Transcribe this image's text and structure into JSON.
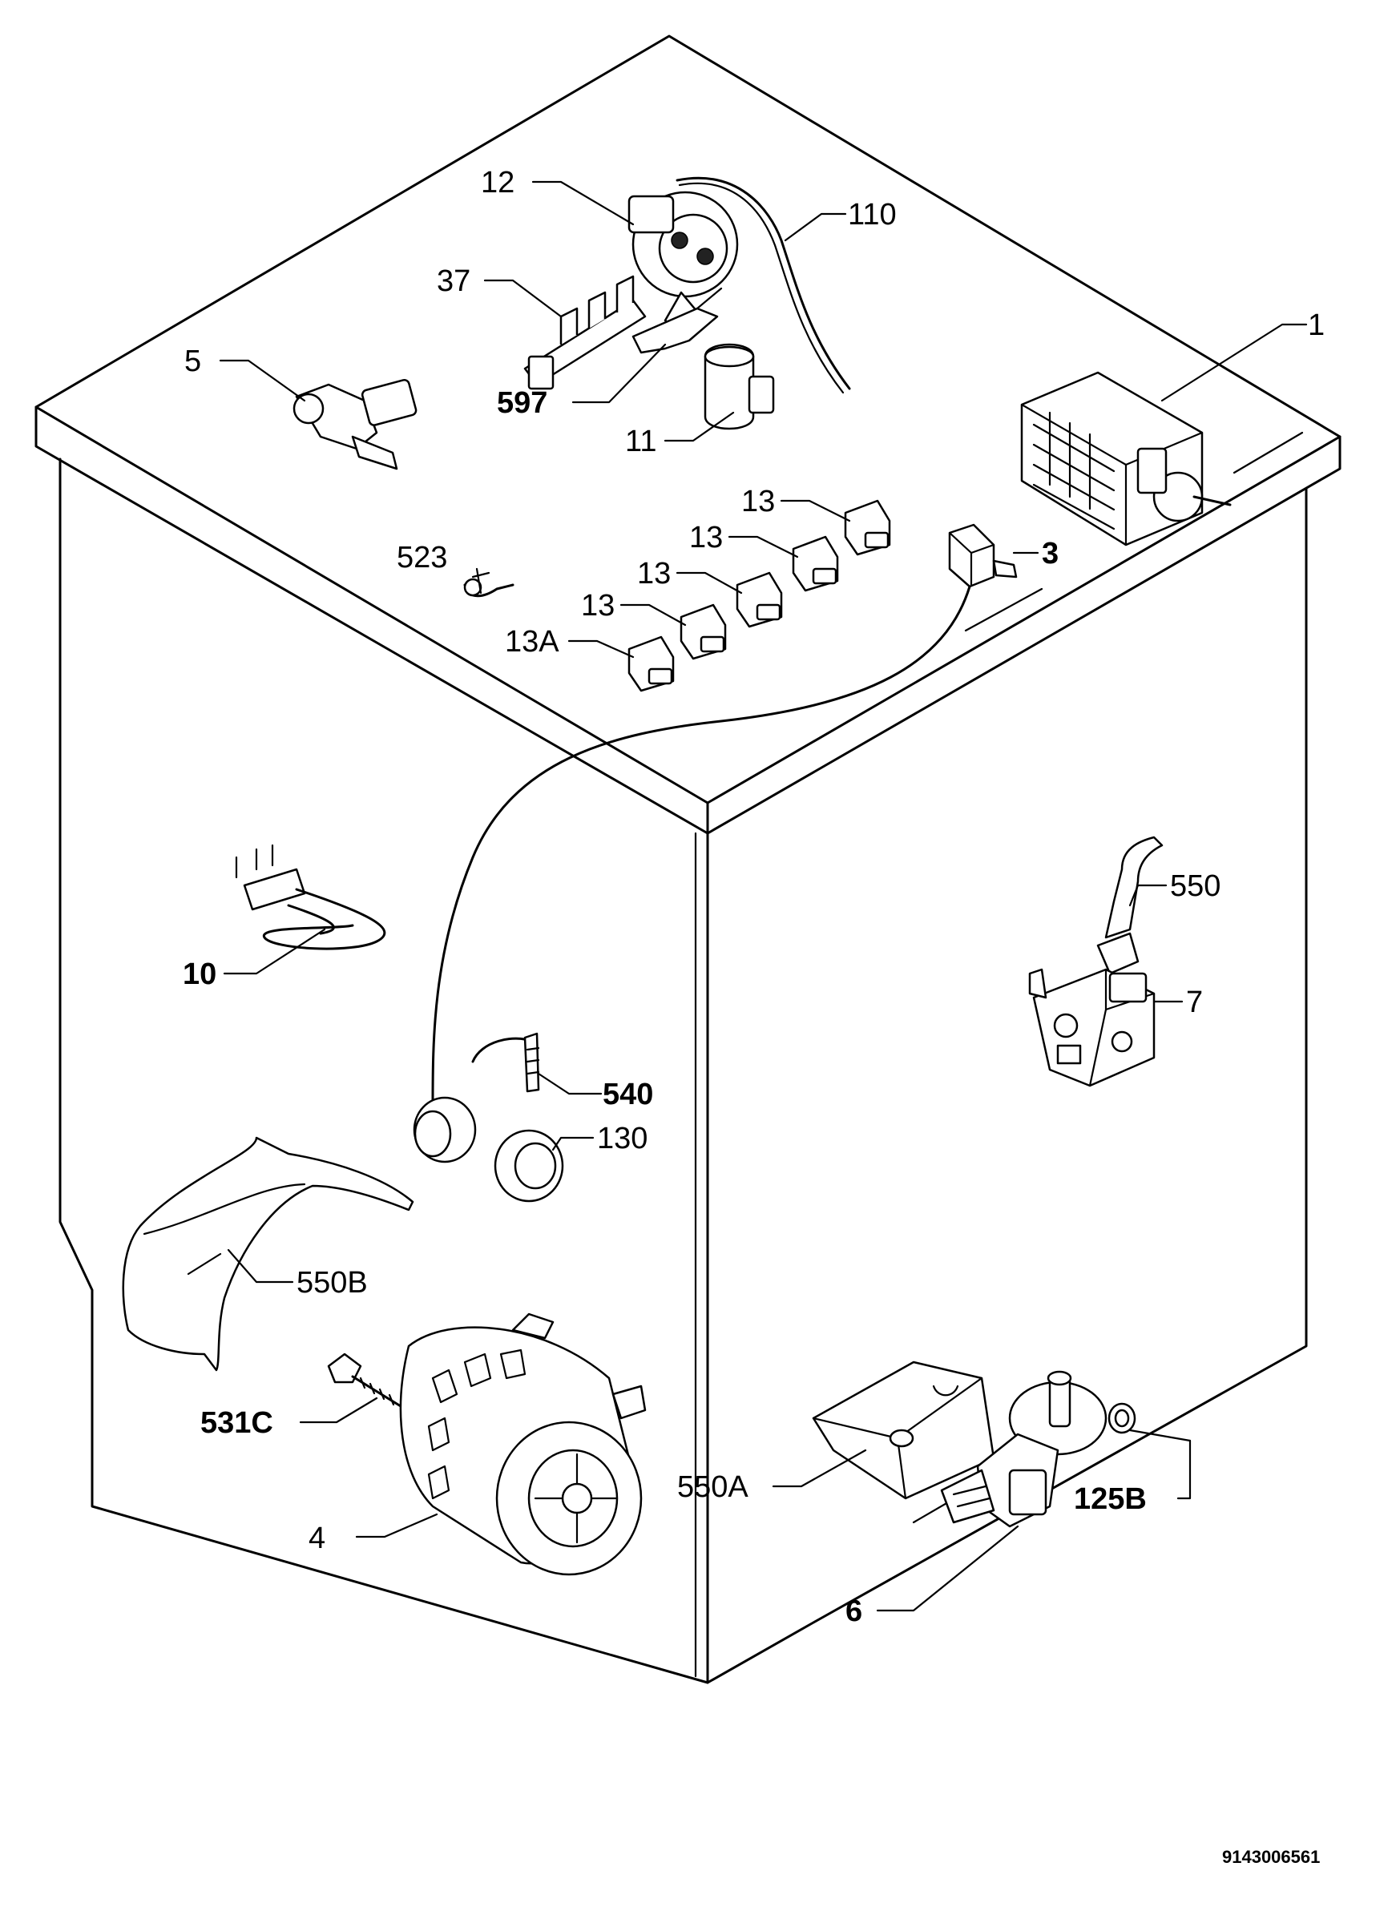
{
  "labels": {
    "p1": "1",
    "p3": "3",
    "p4": "4",
    "p5": "5",
    "p6": "6",
    "p7": "7",
    "p10": "10",
    "p11": "11",
    "p12": "12",
    "p13a": "13",
    "p13b": "13",
    "p13c": "13",
    "p13d": "13",
    "p13A": "13A",
    "p37": "37",
    "p110": "110",
    "p125B": "125B",
    "p130": "130",
    "p523": "523",
    "p531C": "531C",
    "p540": "540",
    "p550": "550",
    "p550A": "550A",
    "p550B": "550B",
    "p597": "597"
  },
  "reference": "9143006561"
}
